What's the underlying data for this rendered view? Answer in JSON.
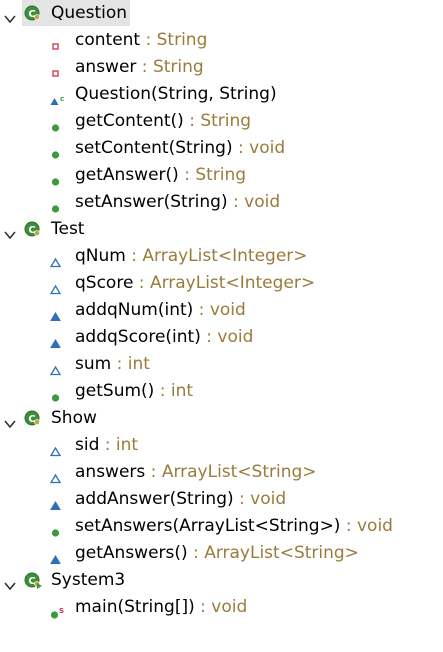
{
  "classes": [
    {
      "name": "Question",
      "selected": true,
      "kind": "class",
      "members": [
        {
          "kind": "field-private",
          "name": "content",
          "type": "String"
        },
        {
          "kind": "field-private",
          "name": "answer",
          "type": "String"
        },
        {
          "kind": "constructor",
          "name": "Question(String, String)",
          "type": ""
        },
        {
          "kind": "method-public",
          "name": "getContent()",
          "type": "String"
        },
        {
          "kind": "method-public",
          "name": "setContent(String)",
          "type": "void"
        },
        {
          "kind": "method-public",
          "name": "getAnswer()",
          "type": "String"
        },
        {
          "kind": "method-public",
          "name": "setAnswer(String)",
          "type": "void"
        }
      ]
    },
    {
      "name": "Test",
      "selected": false,
      "kind": "class",
      "members": [
        {
          "kind": "field-default",
          "name": "qNum",
          "type": "ArrayList<Integer>"
        },
        {
          "kind": "field-default",
          "name": "qScore",
          "type": "ArrayList<Integer>"
        },
        {
          "kind": "method-default",
          "name": "addqNum(int)",
          "type": "void"
        },
        {
          "kind": "method-default",
          "name": "addqScore(int)",
          "type": "void"
        },
        {
          "kind": "field-default",
          "name": "sum",
          "type": "int"
        },
        {
          "kind": "method-public",
          "name": "getSum()",
          "type": "int"
        }
      ]
    },
    {
      "name": "Show",
      "selected": false,
      "kind": "class",
      "members": [
        {
          "kind": "field-default",
          "name": "sid",
          "type": "int"
        },
        {
          "kind": "field-default",
          "name": "answers",
          "type": "ArrayList<String>"
        },
        {
          "kind": "method-default",
          "name": "addAnswer(String)",
          "type": "void"
        },
        {
          "kind": "method-public",
          "name": "setAnswers(ArrayList<String>)",
          "type": "void"
        },
        {
          "kind": "method-default",
          "name": "getAnswers()",
          "type": "ArrayList<String>"
        }
      ]
    },
    {
      "name": "System3",
      "selected": false,
      "kind": "class-main",
      "members": [
        {
          "kind": "method-static",
          "name": "main(String[])",
          "type": "void"
        }
      ]
    }
  ],
  "colors": {
    "public": "#3c9a3c",
    "private": "#c8344a",
    "default": "#2f6fb5",
    "type": "#9a7b3c",
    "selection": "#e4e4e4"
  },
  "icons": {
    "twisty": "chevron-down-icon",
    "class": "class-icon",
    "field-private": "private-field-icon",
    "field-default": "package-field-icon",
    "method-public": "public-method-icon",
    "method-default": "package-method-icon",
    "constructor": "constructor-icon",
    "method-static": "static-method-icon"
  },
  "separator": " : "
}
